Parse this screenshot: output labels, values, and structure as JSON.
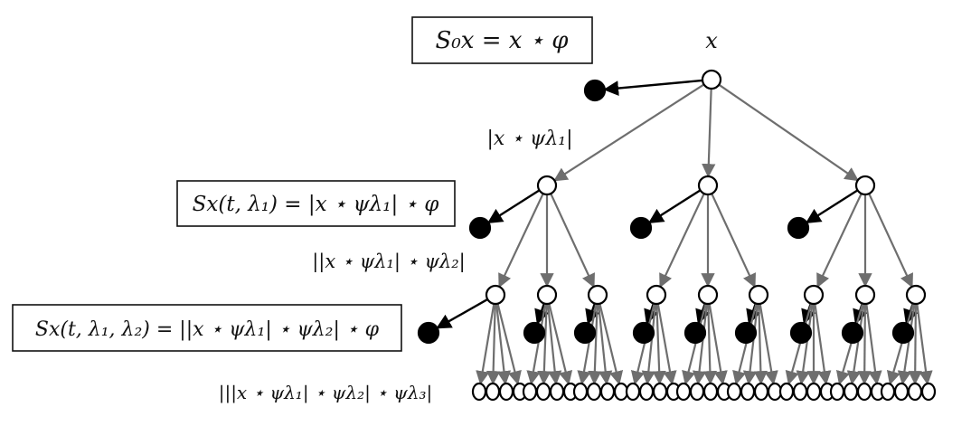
{
  "root_label": "x",
  "boxes": {
    "s0": "S₀x = x ⋆ φ",
    "s1": "Sx(t, λ₁) = |x ⋆ ψλ₁| ⋆ φ",
    "s2": "Sx(t, λ₁, λ₂) = ||x ⋆ ψλ₁| ⋆ ψλ₂| ⋆ φ"
  },
  "layer_labels": {
    "l1": "|x ⋆ ψλ₁|",
    "l2": "||x ⋆ ψλ₁| ⋆ ψλ₂|",
    "l3": "|||x ⋆ ψλ₁| ⋆ ψλ₂| ⋆ ψλ₃|"
  },
  "colors": {
    "scattering_edge": "#6e6e6e",
    "output_edge": "#000000",
    "node_fill_open": "#ffffff",
    "node_fill_output": "#000000"
  }
}
